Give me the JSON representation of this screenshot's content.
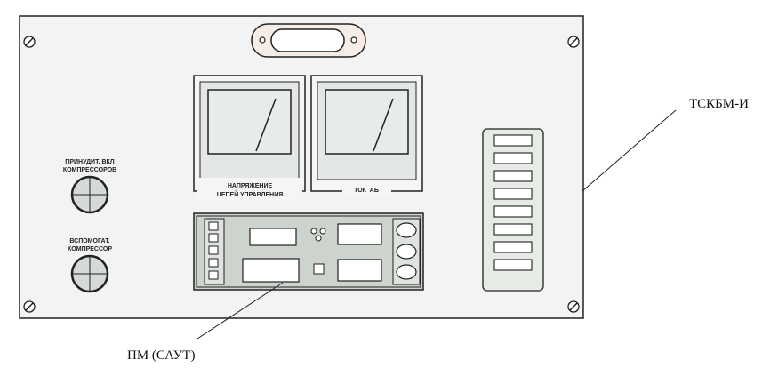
{
  "panel": {
    "button_top_label": [
      "ПРИНУДИТ. ВКЛ",
      "КОМПРЕССОРОВ"
    ],
    "button_bottom_label": [
      "ВСПОМОГАТ.",
      "КОМПРЕССОР"
    ],
    "gauge_voltage_label": [
      "НАПРЯЖЕНИЕ",
      "ЦЕПЕЙ УПРАВЛЕНИЯ"
    ],
    "gauge_current_label": "ТОК  АБ"
  },
  "callouts": {
    "tsk": "ТСКБМ-И",
    "pm": "ПМ (САУТ)"
  },
  "colors": {
    "panel_fill": "#f3f3f3",
    "gauge_face": "#e4e8e4",
    "device_frame": "#cdd3cd",
    "stroke": "#222222"
  }
}
